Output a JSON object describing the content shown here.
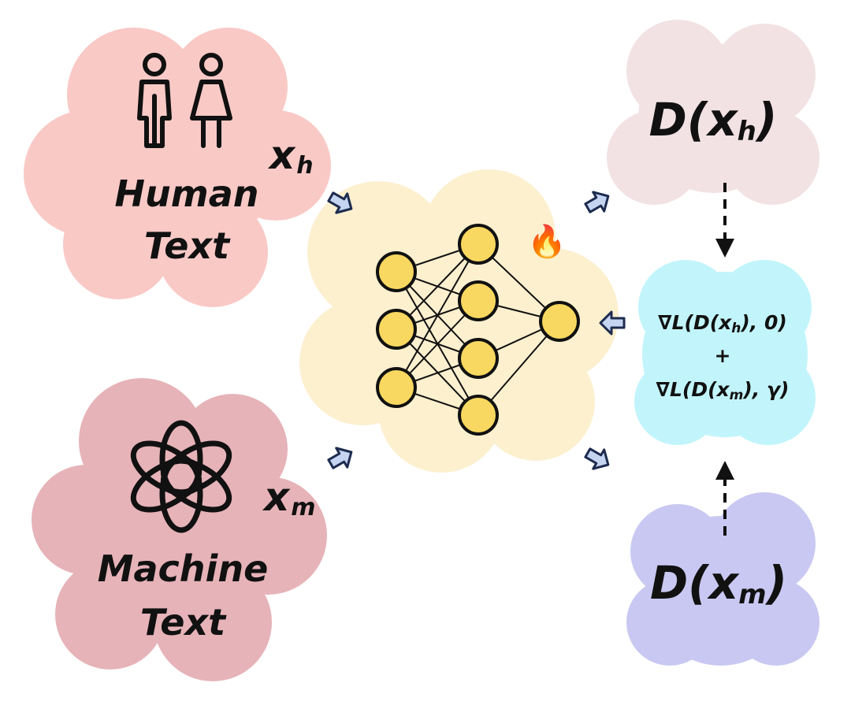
{
  "colors": {
    "human_cloud": "#f9c9c6",
    "machine_cloud": "#e6b3b8",
    "model_cloud": "#fdf0cf",
    "dh_cloud": "#f2e2e4",
    "dm_cloud": "#c8c8f2",
    "loss_cloud": "#c2f5fb",
    "neuron": "#f8d860",
    "arrow_fill": "#c5d4f0",
    "arrow_stroke": "#1d2b4f"
  },
  "human": {
    "label_line1": "Human",
    "label_line2": "Text",
    "var": "x",
    "var_sub": "h",
    "icon": "people-icon"
  },
  "machine": {
    "label_line1": "Machine",
    "label_line2": "Text",
    "var": "x",
    "var_sub": "m",
    "icon": "openai-logo-icon"
  },
  "model": {
    "icon": "neural-network-icon",
    "badge": "🔥",
    "badge_icon": "fire-icon"
  },
  "dh": {
    "prefix": "D(x",
    "sub": "h",
    "suffix": ")"
  },
  "dm": {
    "prefix": "D(x",
    "sub": "m",
    "suffix": ")"
  },
  "loss": {
    "line1_prefix": "∇L(D(x",
    "line1_sub": "h",
    "line1_suffix": "), 0)",
    "plus": "+",
    "line2_prefix": "∇L(D(x",
    "line2_sub": "m",
    "line2_suffix": "), γ)"
  }
}
